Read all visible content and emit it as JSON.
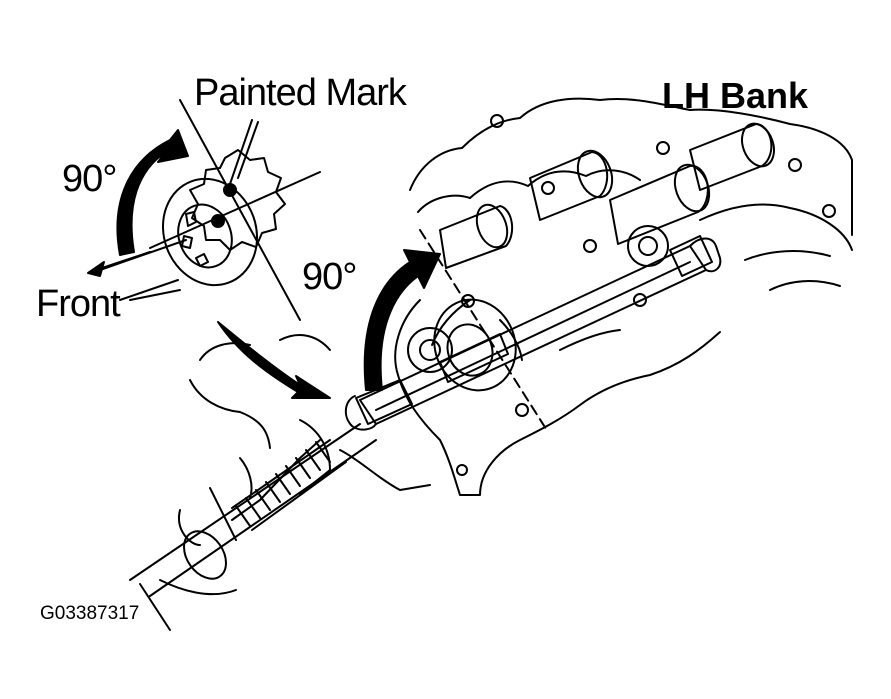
{
  "labels": {
    "painted_mark": "Painted Mark",
    "bank": "LH Bank",
    "angle_sprocket": "90°",
    "angle_camshaft": "90°",
    "front": "Front",
    "figure_code": "G03387317"
  },
  "colors": {
    "ink": "#000000",
    "paper": "#ffffff"
  }
}
